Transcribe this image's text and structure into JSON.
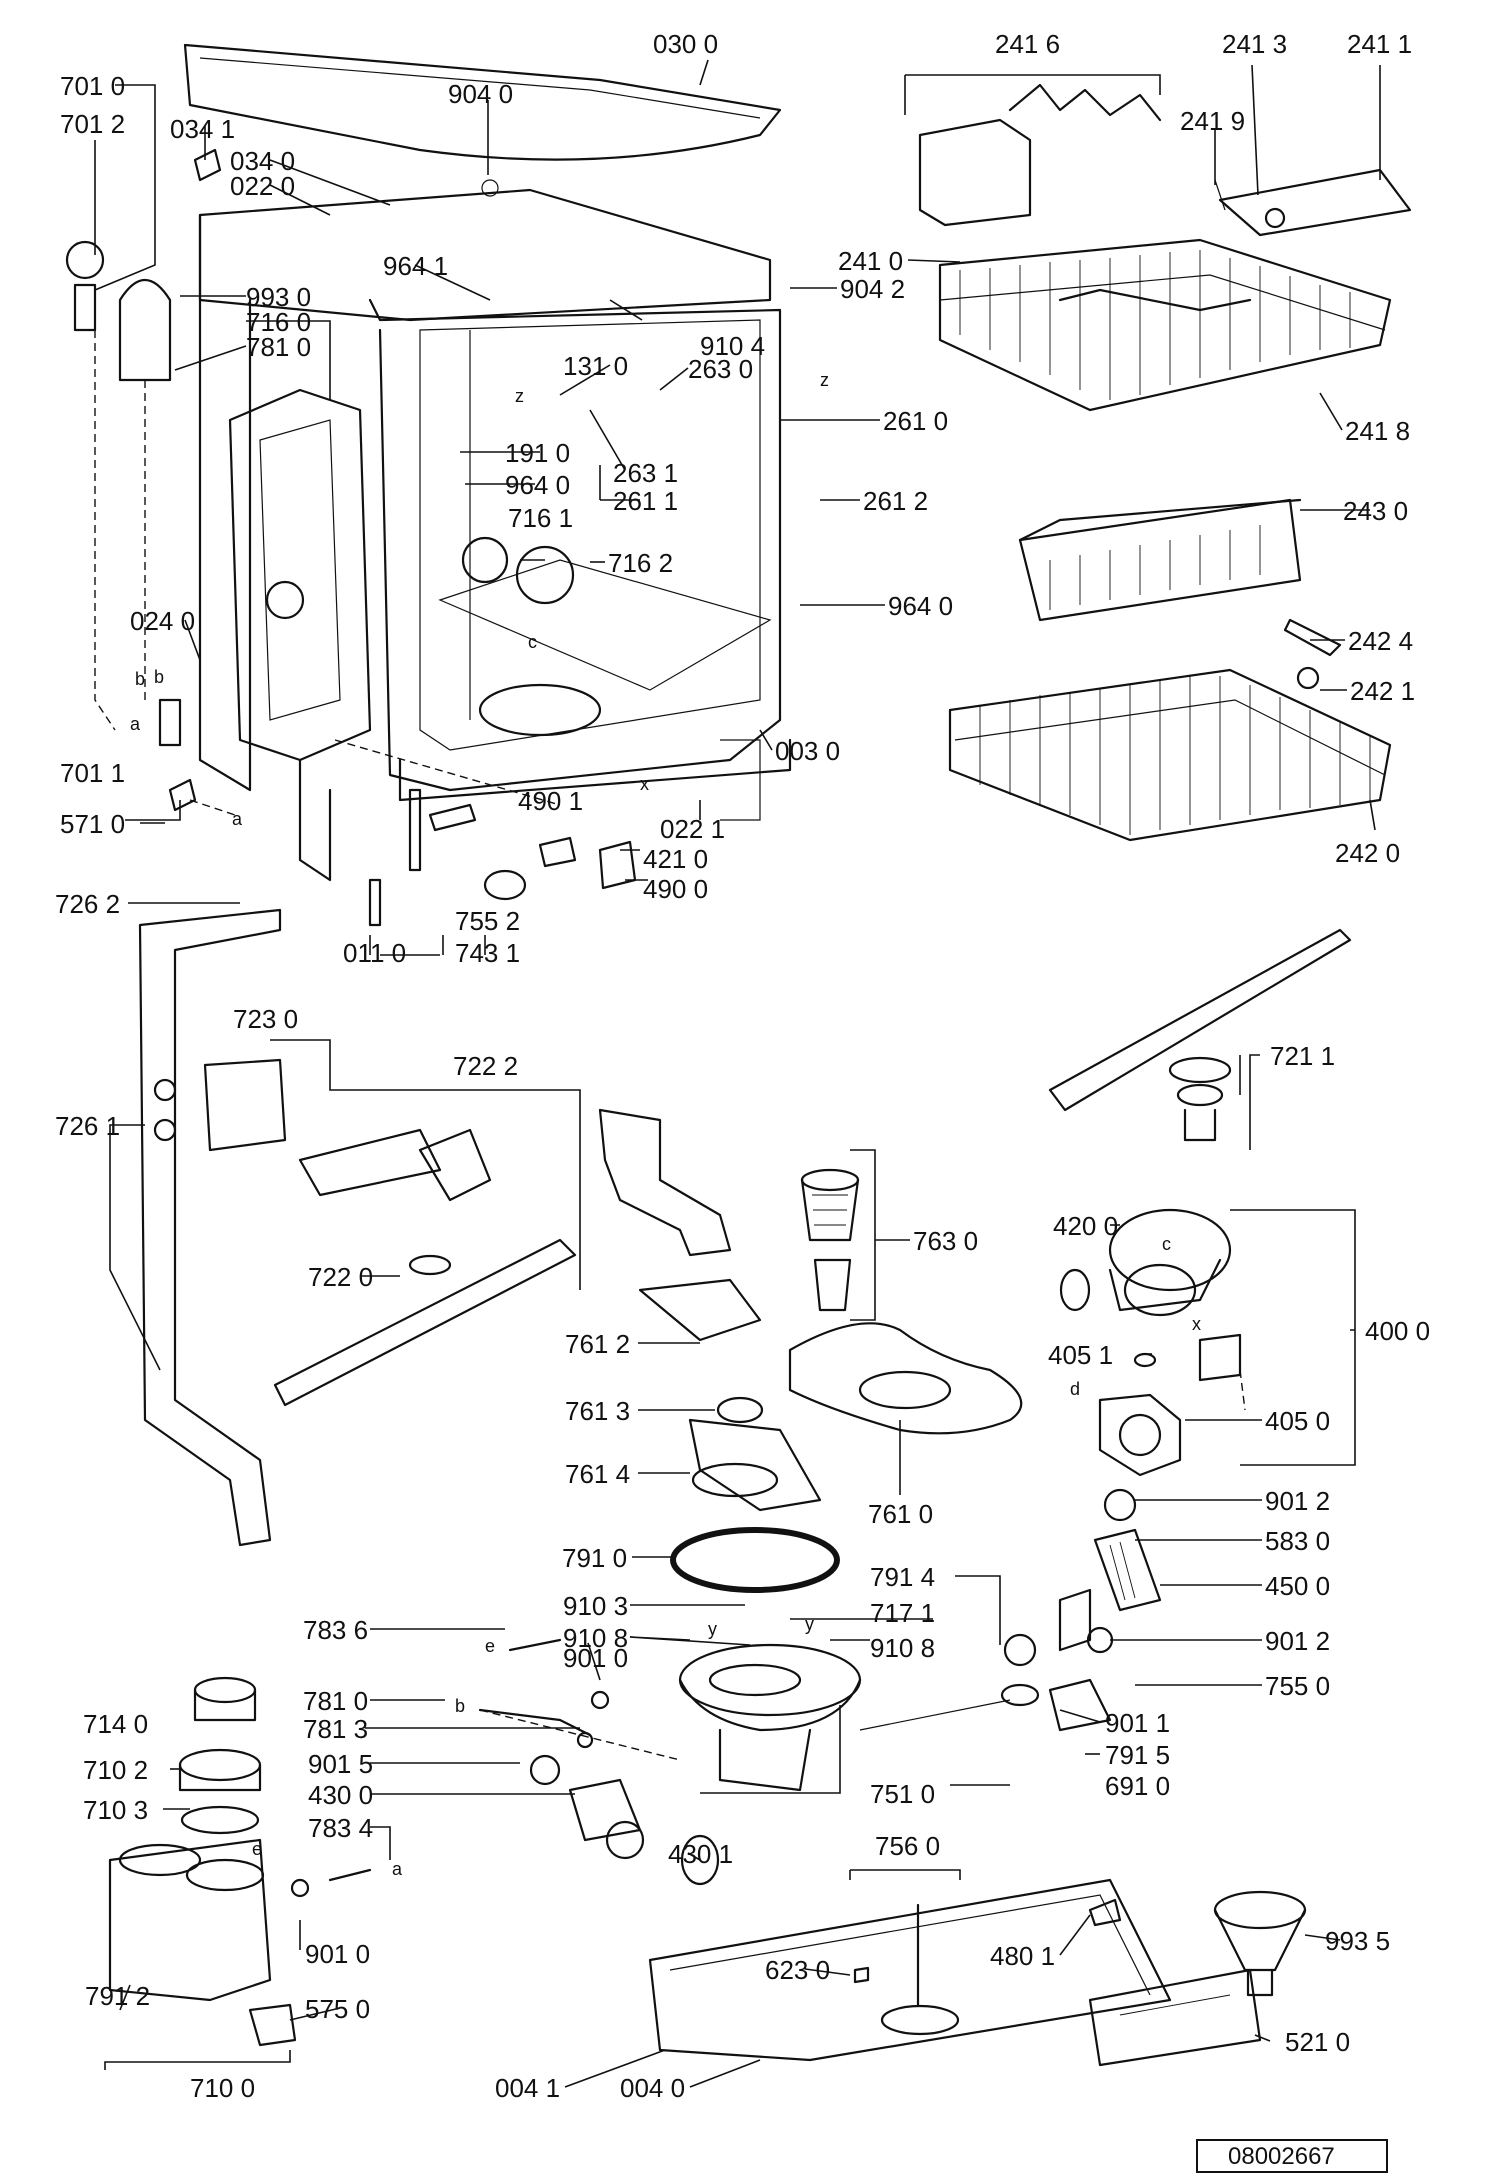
{
  "drawing": {
    "reference_number": "08002667",
    "part_labels": [
      "030 0",
      "701 0",
      "701 2",
      "904 0",
      "034 1",
      "034 0",
      "022 0",
      "964 1",
      "993 0",
      "716 0",
      "781 0",
      "904 2",
      "910 4",
      "131 0",
      "263 0",
      "241 0",
      "241 6",
      "241 3",
      "241 1",
      "241 9",
      "241 8",
      "261 0",
      "263 1",
      "191 0",
      "964 0",
      "261 1",
      "261 2",
      "716 1",
      "716 2",
      "243 0",
      "964 0",
      "024 0",
      "242 4",
      "242 1",
      "003 0",
      "022 1",
      "490 1",
      "421 0",
      "490 0",
      "701 1",
      "571 0",
      "242 0",
      "726 2",
      "011 0",
      "755 2",
      "743 1",
      "723 0",
      "722 2",
      "726 1",
      "721 1",
      "722 0",
      "763 0",
      "761 2",
      "420 0",
      "400 0",
      "405 1",
      "761 3",
      "405 0",
      "761 4",
      "761 0",
      "901 2",
      "791 0",
      "583 0",
      "791 4",
      "450 0",
      "910 3",
      "717 1",
      "910 8",
      "910 8",
      "783 6",
      "901 0",
      "901 2",
      "755 0",
      "781 0",
      "781 3",
      "901 1",
      "714 0",
      "901 5",
      "791 5",
      "710 2",
      "430 0",
      "751 0",
      "691 0",
      "710 3",
      "783 4",
      "430 1",
      "756 0",
      "623 0",
      "480 1",
      "993 5",
      "901 0",
      "791 2",
      "575 0",
      "521 0",
      "710 0",
      "004 1",
      "004 0"
    ],
    "letters": [
      "a",
      "b",
      "c",
      "x",
      "z",
      "z",
      "a",
      "b",
      "c",
      "d",
      "x",
      "e",
      "e",
      "y",
      "y",
      "a",
      "b"
    ]
  }
}
